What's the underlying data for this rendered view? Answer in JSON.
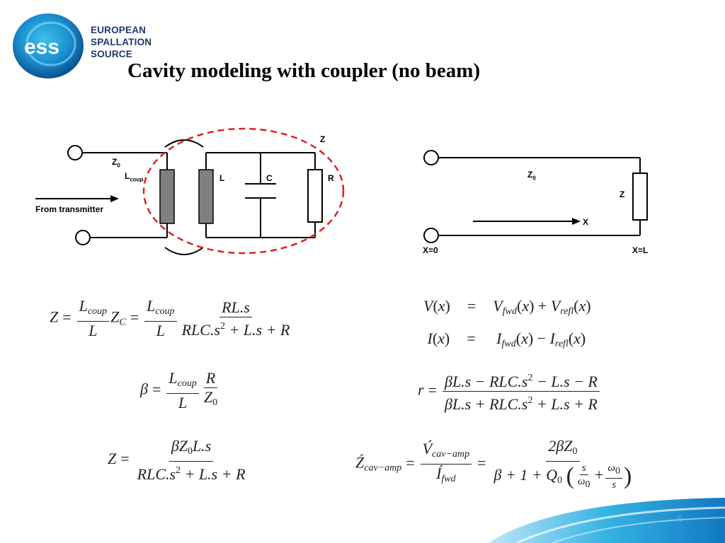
{
  "logo": {
    "line1": "EUROPEAN",
    "line2": "SPALLATION",
    "line3": "SOURCE",
    "badge": "ess"
  },
  "title": "Cavity modeling with coupler (no beam)",
  "circuit_left": {
    "z_label": "Z",
    "z0_label": "Z",
    "z0_sub": "0",
    "lcoup_label": "L",
    "lcoup_sub": "coup",
    "l_label": "L",
    "c_label": "C",
    "r_label": "R",
    "source_label": "From transmitter"
  },
  "circuit_right": {
    "z0_label": "Z",
    "z0_sub": "0",
    "z_label": "Z",
    "x_label": "X",
    "x0_label": "X=0",
    "xl_label": "X=L"
  },
  "slide_number": "6",
  "colors": {
    "logo_blue": "#1d3a6b",
    "ellipse_red": "#e02020",
    "swoosh": "#1fa0d8"
  }
}
